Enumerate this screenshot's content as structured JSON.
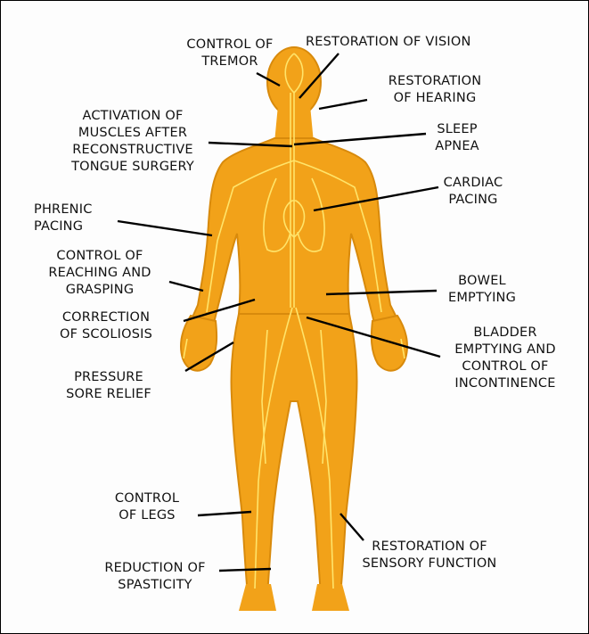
{
  "colors": {
    "body_fill": "#f2a219",
    "body_edge": "#d88a0c",
    "vessel": "#ffe46a",
    "leader": "#000000",
    "label_text": "#111111",
    "background": "#fdfdfd"
  },
  "labels": {
    "control_of_tremor": "CONTROL OF\nTREMOR",
    "restoration_of_vision": "RESTORATION OF VISION",
    "restoration_of_hearing": "RESTORATION\nOF HEARING",
    "tongue_surgery": "ACTIVATION OF\nMUSCLES AFTER\nRECONSTRUCTIVE\nTONGUE SURGERY",
    "sleep_apnea": "SLEEP\nAPNEA",
    "cardiac_pacing": "CARDIAC\nPACING",
    "phrenic_pacing": "PHRENIC\nPACING",
    "reaching_grasping": "CONTROL OF\nREACHING AND\nGRASPING",
    "bowel_emptying": "BOWEL\nEMPTYING",
    "correction_of_scoliosis": "CORRECTION\nOF SCOLIOSIS",
    "bladder_emptying": "BLADDER\nEMPTYING AND\nCONTROL OF\nINCONTINENCE",
    "pressure_sore_relief": "PRESSURE\nSORE RELIEF",
    "control_of_legs": "CONTROL\nOF LEGS",
    "sensory_function": "RESTORATION OF\nSENSORY FUNCTION",
    "reduction_of_spasticity": "REDUCTION OF\nSPASTICITY"
  }
}
